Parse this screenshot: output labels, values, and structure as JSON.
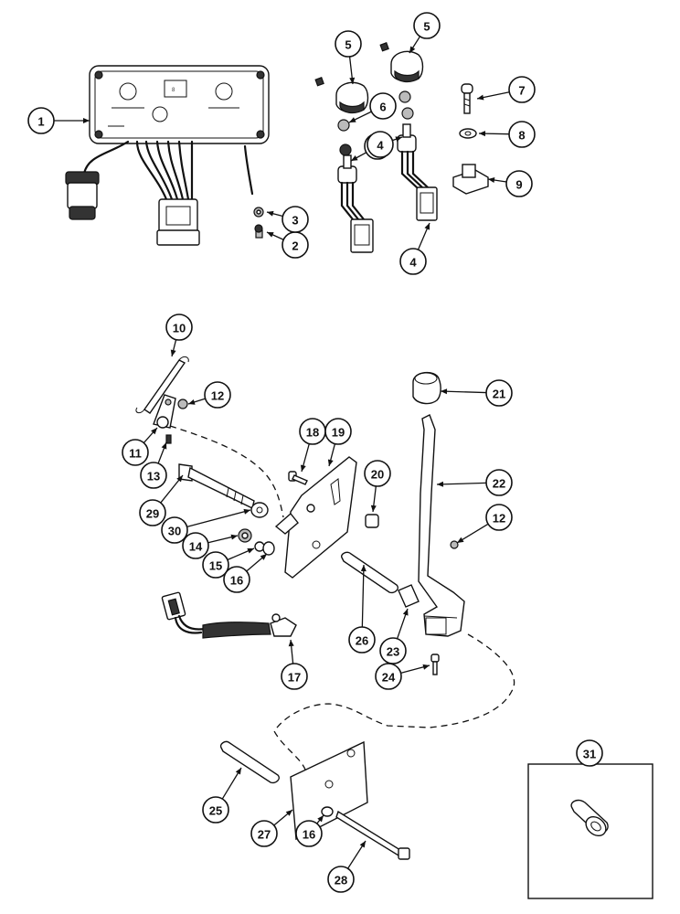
{
  "callouts": [
    {
      "label": "1"
    },
    {
      "label": "2"
    },
    {
      "label": "3"
    },
    {
      "label": "4"
    },
    {
      "label": "4"
    },
    {
      "label": "4"
    },
    {
      "label": "5"
    },
    {
      "label": "5"
    },
    {
      "label": "6"
    },
    {
      "label": "7"
    },
    {
      "label": "8"
    },
    {
      "label": "9"
    },
    {
      "label": "10"
    },
    {
      "label": "11"
    },
    {
      "label": "12"
    },
    {
      "label": "12"
    },
    {
      "label": "13"
    },
    {
      "label": "14"
    },
    {
      "label": "15"
    },
    {
      "label": "16"
    },
    {
      "label": "16"
    },
    {
      "label": "17"
    },
    {
      "label": "18"
    },
    {
      "label": "19"
    },
    {
      "label": "20"
    },
    {
      "label": "21"
    },
    {
      "label": "22"
    },
    {
      "label": "23"
    },
    {
      "label": "24"
    },
    {
      "label": "25"
    },
    {
      "label": "26"
    },
    {
      "label": "27"
    },
    {
      "label": "28"
    },
    {
      "label": "29"
    },
    {
      "label": "30"
    },
    {
      "label": "31"
    }
  ],
  "panel": {
    "display_digit": "8"
  }
}
